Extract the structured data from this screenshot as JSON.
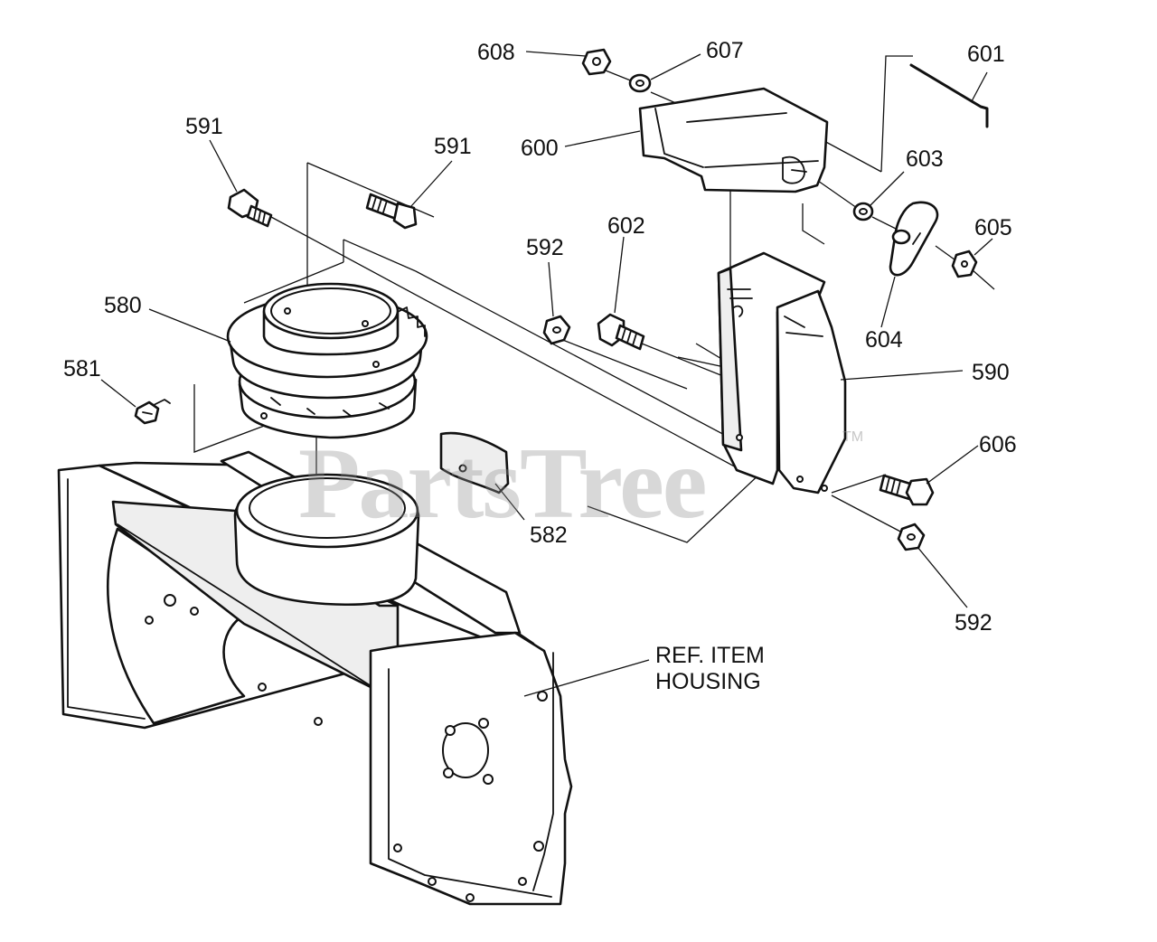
{
  "callouts": [
    {
      "id": "608",
      "label": "608"
    },
    {
      "id": "607",
      "label": "607"
    },
    {
      "id": "601",
      "label": "601"
    },
    {
      "id": "591a",
      "label": "591"
    },
    {
      "id": "591b",
      "label": "591"
    },
    {
      "id": "600",
      "label": "600"
    },
    {
      "id": "603",
      "label": "603"
    },
    {
      "id": "602",
      "label": "602"
    },
    {
      "id": "592a",
      "label": "592"
    },
    {
      "id": "605",
      "label": "605"
    },
    {
      "id": "580",
      "label": "580"
    },
    {
      "id": "604",
      "label": "604"
    },
    {
      "id": "581",
      "label": "581"
    },
    {
      "id": "590",
      "label": "590"
    },
    {
      "id": "606",
      "label": "606"
    },
    {
      "id": "582",
      "label": "582"
    },
    {
      "id": "592b",
      "label": "592"
    }
  ],
  "reference": {
    "line1": "REF. ITEM",
    "line2": "HOUSING"
  },
  "watermark": {
    "text": "PartsTree",
    "tm": "TM"
  }
}
